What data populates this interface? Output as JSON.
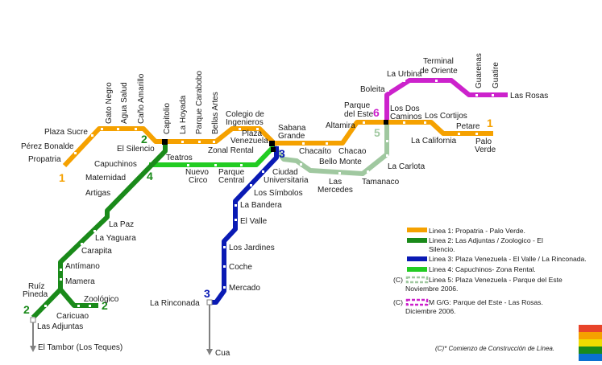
{
  "colors": {
    "line1": "#f5a100",
    "line2": "#1a8a1a",
    "line3": "#0a1ab4",
    "line4": "#22cc22",
    "line5": "#a0c8a0",
    "line6": "#cc22cc",
    "grey": "#808080"
  },
  "line_numbers": {
    "l1_west": "1",
    "l1_east": "1",
    "l2_capitolio": "2",
    "l2_ruiz": "2",
    "l2_zoo": "2",
    "l3_top": "3",
    "l3_bottom": "3",
    "l4": "4",
    "l5": "5",
    "l6": "6"
  },
  "stations": {
    "propatria": "Propatria",
    "perez_bonalde": "Pérez Bonalde",
    "plaza_sucre": "Plaza Sucre",
    "gato_negro": "Gato Negro",
    "agua_salud": "Agua Salud",
    "cano_amarillo": "Caño Amarillo",
    "capitolio": "Capitolio",
    "la_hoyada": "La Hoyada",
    "parque_carabobo": "Parque Carabobo",
    "bellas_artes": "Bellas Artes",
    "colegio_1": "Colegio de",
    "colegio_2": "Ingenieros",
    "plaza_vzla_1": "Plaza",
    "plaza_vzla_2": "Venezuela",
    "sabana_1": "Sabana",
    "sabana_2": "Grande",
    "chacaito": "Chacaíto",
    "chacao": "Chacao",
    "altamira": "Altamira",
    "parque_este_1": "Parque",
    "parque_este_2": "del Este",
    "dos_caminos_1": "Los Dos",
    "dos_caminos_2": "Caminos",
    "cortijos": "Los Cortijos",
    "la_california": "La California",
    "petare": "Petare",
    "palo_verde_1": "Palo",
    "palo_verde_2": "Verde",
    "el_silencio": "El Silencio",
    "capuchinos": "Capuchinos",
    "teatros": "Teatros",
    "nuevo_circo_1": "Nuevo",
    "nuevo_circo_2": "Circo",
    "parque_central_1": "Parque",
    "parque_central_2": "Central",
    "zona_rental": "Zonal Rental",
    "maternidad": "Maternidad",
    "artigas": "Artigas",
    "la_paz": "La Paz",
    "la_yaguara": "La Yaguara",
    "carapita": "Carapita",
    "antimano": "Antímano",
    "mamera": "Mamera",
    "ruiz_1": "Ruíz",
    "ruiz_2": "Pineda",
    "caricuao": "Caricuao",
    "zoologico": "Zoológico",
    "las_adjuntas": "Las Adjuntas",
    "el_tambor": "El Tambor (Los Teques)",
    "ciudad_univ_1": "Ciudad",
    "ciudad_univ_2": "Universitaria",
    "los_simbolos": "Los Símbolos",
    "la_bandera": "La Bandera",
    "el_valle": "El Valle",
    "los_jardines": "Los Jardines",
    "coche": "Coche",
    "mercado": "Mercado",
    "la_rinconada": "La Rinconada",
    "cua": "Cua",
    "bello_monte": "Bello Monte",
    "las_mercedes_1": "Las",
    "las_mercedes_2": "Mercedes",
    "tamanaco": "Tamanaco",
    "la_carlota": "La Carlota",
    "boleita": "Boleita",
    "la_urbina": "La Urbina",
    "terminal_1": "Terminal",
    "terminal_2": "de Oriente",
    "guarenas": "Guarenas",
    "guatire": "Guatire",
    "las_rosas": "Las Rosas"
  },
  "legend": {
    "l1": "Linea 1: Propatria - Palo Verde.",
    "l2a": "Linea 2: Las Adjuntas / Zoologico - El",
    "l2b": "Silencio.",
    "l3": "Linea 3: Plaza Venezuela - El Valle / La Rinconada.",
    "l4": "Linea 4: Capuchinos- Zona Rental.",
    "l5_prefix": "(C)",
    "l5a": "Linea 5: Plaza Venezuela - Parque del Este",
    "l5b": "Noviembre 2006.",
    "l6_prefix": "(C)",
    "l6a": "M G/G: Parque del Este - Las Rosas.",
    "l6b": "Diciembre 2006.",
    "footnote": "(C)* Comienzo de Construcción de Línea."
  },
  "logo_colors": [
    "#e8442a",
    "#f5a100",
    "#f0dc00",
    "#1a8a1a",
    "#0a70d0"
  ]
}
